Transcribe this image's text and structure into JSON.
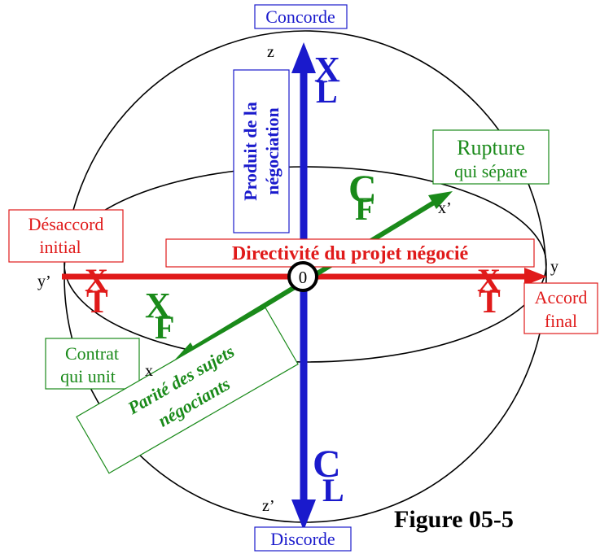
{
  "figure_label": "Figure 05-5",
  "colors": {
    "blue": "#1a1acc",
    "red": "#e01a1a",
    "green": "#1a8a1a",
    "black": "#000000"
  },
  "boxes": {
    "concorde": "Concorde",
    "discorde": "Discorde",
    "rupture_line1": "Rupture",
    "rupture_line2": "qui sépare",
    "desaccord_line1": "Désaccord",
    "desaccord_line2": "initial",
    "accord_line1": "Accord",
    "accord_line2": "final",
    "contrat_line1": "Contrat",
    "contrat_line2": "qui unit",
    "directivite": "Directivité du projet négocié",
    "produit_line1": "Produit de la",
    "produit_line2": "négociation",
    "parite_line1": "Parité des sujets",
    "parite_line2": "négociants"
  },
  "axis_labels": {
    "z": "z",
    "z_prime": "z’",
    "x": "x",
    "x_prime": "x’",
    "y": "y",
    "y_prime": "y’",
    "origin": "0"
  },
  "symbols": {
    "blue_top_main": "X",
    "blue_top_sub": "L",
    "blue_bottom_main": "C",
    "blue_bottom_sub": "L",
    "green_upper_main": "C",
    "green_upper_sub": "F",
    "green_lower_main": "X",
    "green_lower_sub": "F",
    "red_left_main": "X",
    "red_left_sub": "T",
    "red_right_main": "X",
    "red_right_sub": "T"
  }
}
